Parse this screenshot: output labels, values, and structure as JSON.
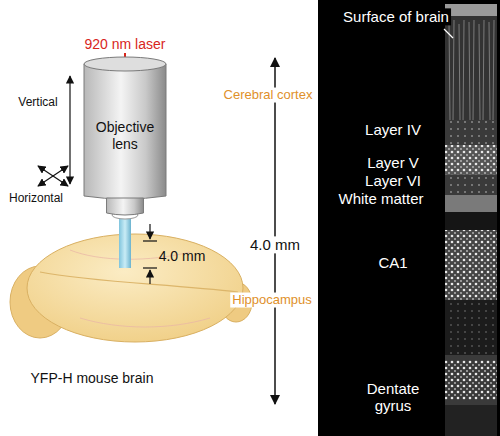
{
  "diagram": {
    "nodes": [
      {
        "text": [
          "Objective lens"
        ]
      }
    ],
    "labels": [
      "920 nm laser",
      "Vertical",
      "Horizontal",
      "4.0 mm",
      "YFP-H mouse brain",
      "Cerebral cortex",
      "4.0 mm",
      "Hippocampus",
      "Surface of brain",
      "Layer IV",
      "Layer V",
      "Layer VI",
      "White matter",
      "CA1",
      "Dentate gyrus"
    ]
  }
}
